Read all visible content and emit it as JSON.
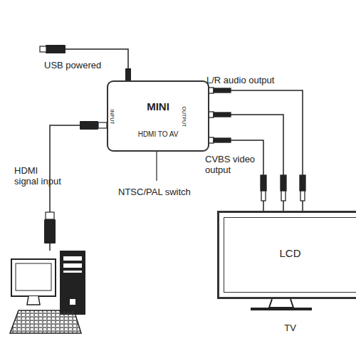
{
  "diagram": {
    "nodes": [
      {
        "text": [
          "MINI",
          "HDMI TO AV"
        ]
      },
      {
        "text": [
          "LCD",
          "TV"
        ]
      }
    ],
    "edges": [
      {
        "from": 0,
        "to": 1,
        "arrow": "none"
      },
      {
        "from": 0,
        "to": 1,
        "arrow": "none"
      },
      {
        "from": 0,
        "to": 1,
        "arrow": "none"
      }
    ],
    "labels": [
      "USB powered",
      "HDMI signal input",
      "L/R audio output",
      "CVBS video output",
      "NTSC/PAL switch",
      "INPUT",
      "OUTPUT"
    ]
  }
}
